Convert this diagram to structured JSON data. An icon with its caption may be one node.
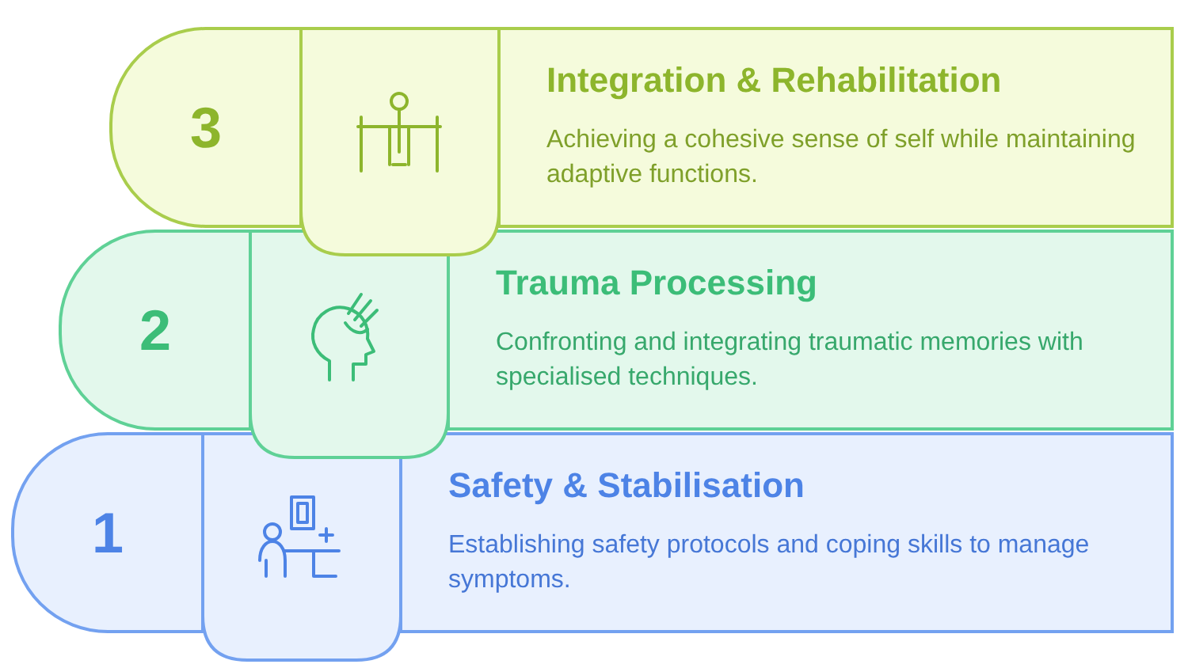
{
  "diagram": {
    "nodes": [
      {
        "text": [
          "3",
          "Integration & Rehabilitation",
          "Achieving a cohesive sense of self while maintaining adaptive functions."
        ]
      },
      {
        "text": [
          "2",
          "Trauma Processing",
          "Confronting and integrating traumatic memories with specialised techniques."
        ]
      },
      {
        "text": [
          "1",
          "Safety & Stabilisation",
          "Establishing safety protocols and coping skills to manage symptoms."
        ]
      }
    ]
  }
}
